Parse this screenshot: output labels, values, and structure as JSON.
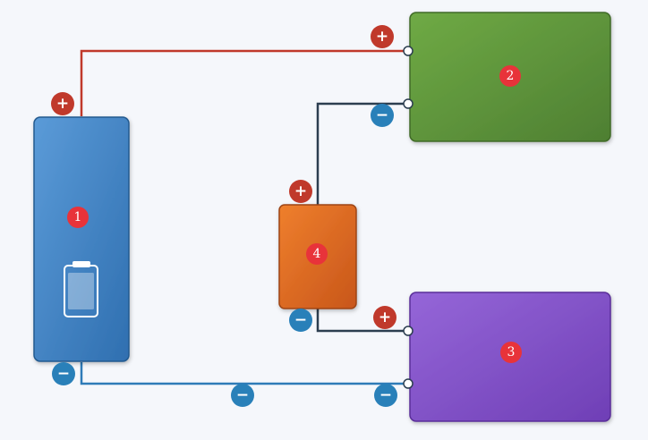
{
  "colors": {
    "background": "#f5f7fb",
    "wire_positive": "#c0392b",
    "wire_negative_main": "#2e7bb8",
    "wire_dark": "#2c3e50",
    "badge_positive": "#c0392b",
    "badge_negative": "#2980b9",
    "number_badge": "#e8333a"
  },
  "blocks": [
    {
      "id": "battery",
      "label": "1",
      "icon": "battery-icon"
    },
    {
      "id": "block-2",
      "label": "2"
    },
    {
      "id": "block-3",
      "label": "3"
    },
    {
      "id": "block-4",
      "label": "4"
    }
  ],
  "signs": {
    "plus": "+",
    "minus": "−"
  }
}
